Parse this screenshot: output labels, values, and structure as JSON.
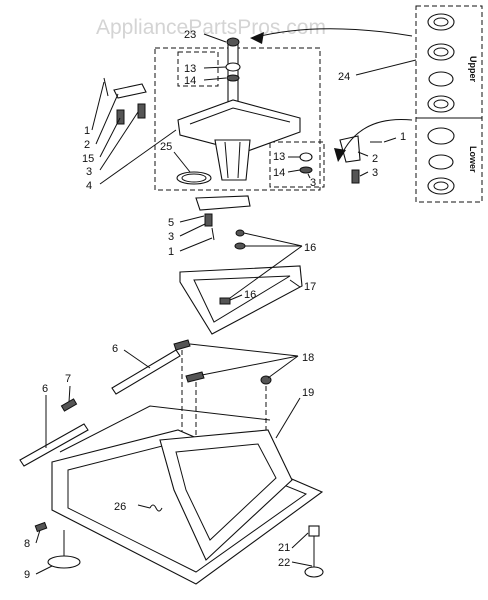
{
  "watermark": "AppliancePartsPros.com",
  "inset_labels": {
    "upper": "Upper",
    "lower": "Lower"
  },
  "callouts": {
    "c1a": "1",
    "c2a": "2",
    "c15": "15",
    "c3a": "3",
    "c4": "4",
    "c23": "23",
    "c13a": "13",
    "c14a": "14",
    "c25": "25",
    "c24": "24",
    "c1b": "1",
    "c2b": "2",
    "c3b": "3",
    "c13b": "13",
    "c14b": "14",
    "c3c": "3",
    "c5": "5",
    "c3d": "3",
    "c1c": "1",
    "c16a": "16",
    "c17": "17",
    "c16b": "16",
    "c6a": "6",
    "c18": "18",
    "c7": "7",
    "c6b": "6",
    "c19": "19",
    "c26": "26",
    "c8": "8",
    "c9": "9",
    "c21": "21",
    "c22": "22"
  }
}
